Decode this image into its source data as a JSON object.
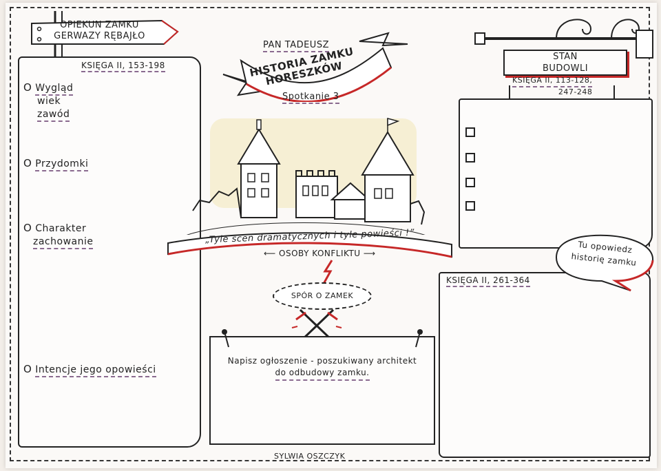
{
  "signpost": {
    "line1": "OPIEKUN ZAMKU",
    "line2": "GERWAZY RĘBAJŁO"
  },
  "left_panel": {
    "source": "KSIĘGA II, 153-198",
    "items": [
      {
        "label": "Wygląd"
      },
      {
        "label": "wiek"
      },
      {
        "label": "zawód"
      },
      {
        "label": "Przydomki"
      },
      {
        "label": "Charakter"
      },
      {
        "label": "zachowanie"
      },
      {
        "label": "Intencje jego opowieści"
      }
    ]
  },
  "header": {
    "book": "PAN TADEUSZ",
    "banner_line1": "HISTORIA ZAMKU",
    "banner_line2": "HORESZKÓW",
    "meeting": "Spotkanie 3"
  },
  "castle_quote": "„Tyle scen dramatycznych i tyle powieści !”",
  "conflict": {
    "label": "OSOBY KONFLIKTU",
    "dispute": "SPÓR O ZAMEK"
  },
  "ad_box": {
    "text_line1": "Napisz ogłoszenie - poszukiwany architekt",
    "text_line2": "do odbudowy zamku."
  },
  "building": {
    "sign_line1": "STAN",
    "sign_line2": "BUDOWLI",
    "source_line1": "KSIĘGA II, 113-128,",
    "source_line2": "247-248"
  },
  "story": {
    "source": "KSIĘGA II, 261-364",
    "bubble_line1": "Tu opowiedz",
    "bubble_line2": "historię zamku"
  },
  "author": "SYLWIA OSZCZYK",
  "colors": {
    "accent_red": "#c62828",
    "ink": "#222222",
    "underline": "#8a6a8f",
    "wash": "#f3e7b8"
  }
}
